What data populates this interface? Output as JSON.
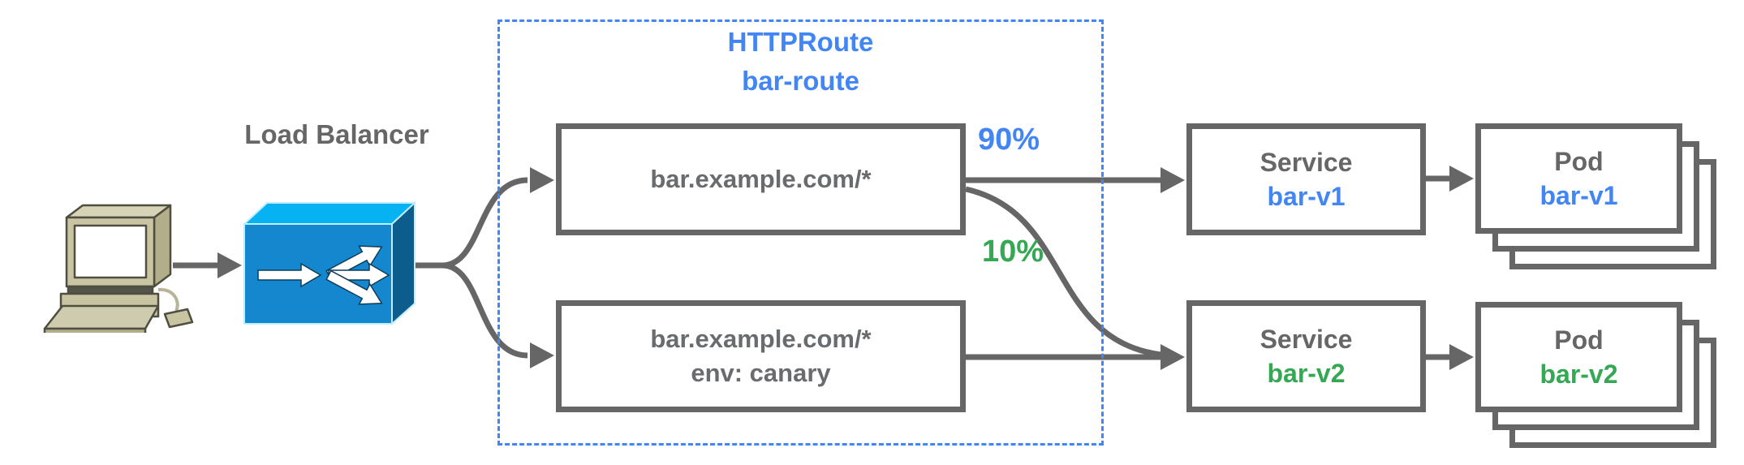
{
  "colors": {
    "accent_blue": "#4285f4",
    "accent_green": "#34a853",
    "line_gray": "#666666",
    "lb_icon_front": "#1487cf",
    "lb_icon_top": "#06b2f1",
    "lb_icon_side": "#0c5d8d",
    "computer_body": "#c9c5a3"
  },
  "load_balancer": {
    "label": "Load Balancer"
  },
  "httproute_group": {
    "title_line1": "HTTPRoute",
    "title_line2": "bar-route"
  },
  "routes": [
    {
      "lines": [
        "bar.example.com/*"
      ]
    },
    {
      "lines": [
        "bar.example.com/*",
        "env: canary"
      ]
    }
  ],
  "traffic_weights": [
    {
      "label": "90%"
    },
    {
      "label": "10%"
    }
  ],
  "services": [
    {
      "kind": "Service",
      "name": "bar-v1"
    },
    {
      "kind": "Service",
      "name": "bar-v2"
    }
  ],
  "pods": [
    {
      "kind": "Pod",
      "name": "bar-v1"
    },
    {
      "kind": "Pod",
      "name": "bar-v2"
    }
  ]
}
